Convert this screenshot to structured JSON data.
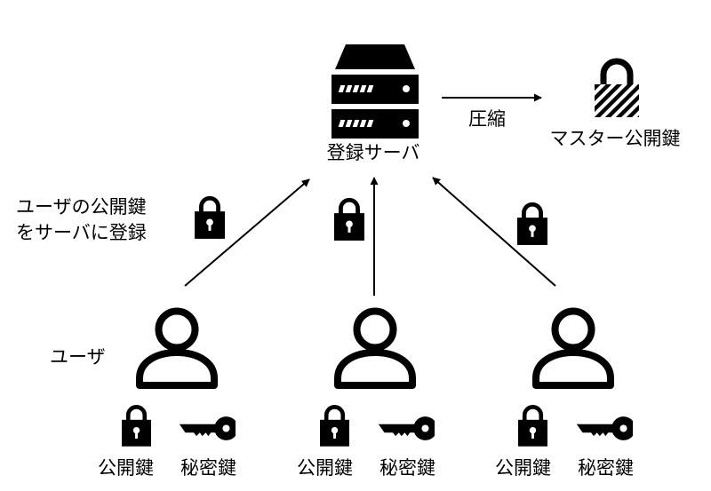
{
  "server": {
    "label": "登録サーバ"
  },
  "compress": {
    "label": "圧縮"
  },
  "master": {
    "label": "マスター公開鍵"
  },
  "register_note": {
    "line1": "ユーザの公開鍵",
    "line2": "をサーバに登録"
  },
  "user_label": "ユーザ",
  "users": [
    {
      "public_key_label": "公開鍵",
      "private_key_label": "秘密鍵"
    },
    {
      "public_key_label": "公開鍵",
      "private_key_label": "秘密鍵"
    },
    {
      "public_key_label": "公開鍵",
      "private_key_label": "秘密鍵"
    }
  ],
  "icons": {
    "server": "server-icon",
    "master_lock": "striped-padlock-icon",
    "lock": "padlock-icon",
    "key": "key-icon",
    "user": "user-icon"
  },
  "colors": {
    "ink": "#000000",
    "background": "#ffffff"
  }
}
